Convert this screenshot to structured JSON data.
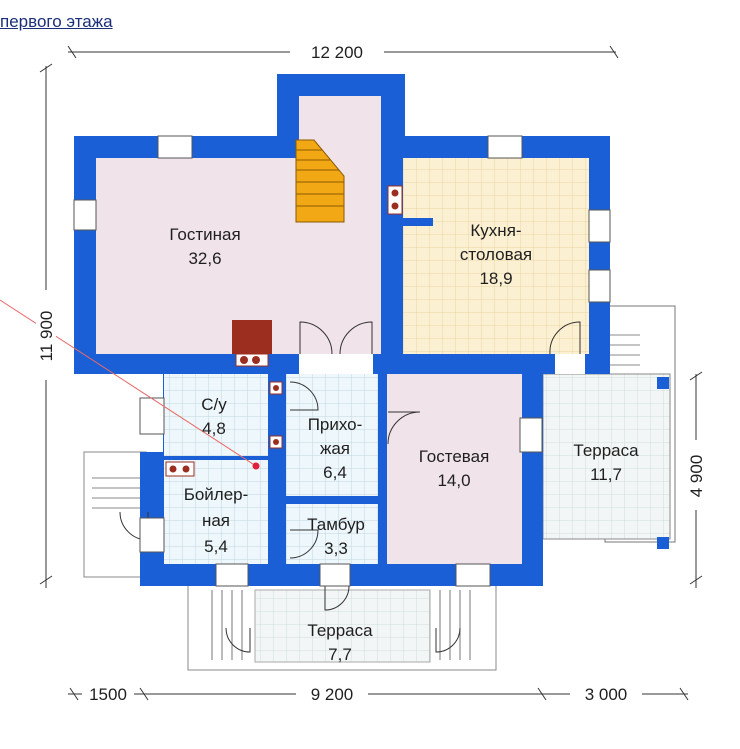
{
  "title": "первого этажа",
  "dimensions": {
    "top_width": "12 200",
    "left_height": "11 900",
    "right_height": "4 900",
    "bottom_left": "1500",
    "bottom_mid": "9 200",
    "bottom_right": "3 000"
  },
  "rooms": {
    "living": {
      "name": "Гостиная",
      "area": "32,6"
    },
    "kitchen": {
      "name_1": "Кухня-",
      "name_2": "столовая",
      "area": "18,9"
    },
    "bath": {
      "name": "С/у",
      "area": "4,8"
    },
    "hall": {
      "name_1": "Прихо-",
      "name_2": "жая",
      "area": "6,4"
    },
    "guest": {
      "name": "Гостевая",
      "area": "14,0"
    },
    "terrace_right": {
      "name": "Терраса",
      "area": "11,7"
    },
    "boiler": {
      "name_1": "Бойлер-",
      "name_2": "ная",
      "area": "5,4"
    },
    "vestibule": {
      "name": "Тамбур",
      "area": "3,3"
    },
    "terrace_bottom": {
      "name": "Терраса",
      "area": "7,7"
    }
  },
  "colors": {
    "wall": "#1a5fd6",
    "living_floor": "#f0e4ea",
    "kitchen_floor": "#fbf0d0",
    "tile_floor": "#e9f6fa",
    "guest_floor": "#f0e4ea",
    "stairs": "#f2a814",
    "stove": "#9b2e1f",
    "grid_line": "#bcd3dc"
  }
}
